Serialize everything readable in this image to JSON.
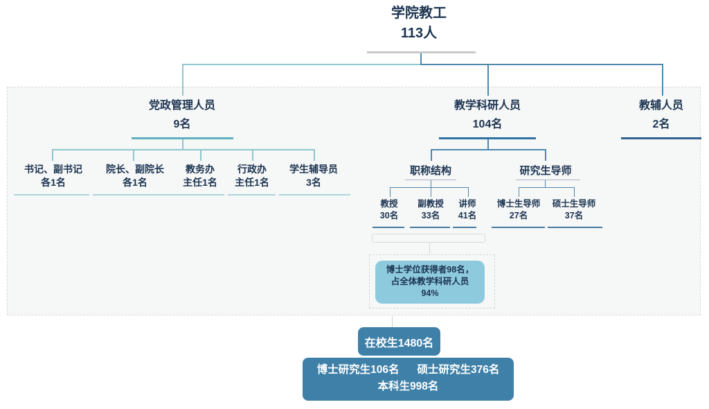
{
  "title": {
    "name": "学院教工",
    "count": "113人"
  },
  "groups": {
    "admin": {
      "name": "党政管理人员",
      "count": "9名",
      "leaves": [
        {
          "line1": "书记、副书记",
          "line2": "各1名"
        },
        {
          "line1": "院长、副院长",
          "line2": "各1名"
        },
        {
          "line1": "教务办",
          "line2": "主任1名"
        },
        {
          "line1": "行政办",
          "line2": "主任1名"
        },
        {
          "line1": "学生辅导员",
          "line2": "3名"
        }
      ]
    },
    "faculty": {
      "name": "教学科研人员",
      "count": "104名",
      "title_structure": {
        "name": "职称结构",
        "leaves": [
          {
            "line1": "教授",
            "line2": "30名"
          },
          {
            "line1": "副教授",
            "line2": "33名"
          },
          {
            "line1": "讲师",
            "line2": "41名"
          }
        ]
      },
      "supervisors": {
        "name": "研究生导师",
        "leaves": [
          {
            "line1": "博士生导师",
            "line2": "27名"
          },
          {
            "line1": "硕士生导师",
            "line2": "37名"
          }
        ]
      },
      "callout": {
        "line1": "博士学位获得者98名，",
        "line2": "占全体教学科研人员",
        "line3": "94%"
      }
    },
    "support": {
      "name": "教辅人员",
      "count": "2名"
    }
  },
  "students": {
    "total": "在校生1480名",
    "doctoral": "博士研究生106名",
    "masters": "硕士研究生376名",
    "undergrad": "本科生998名"
  },
  "colors": {
    "ink": "#1b3350",
    "teal_light": "#8fc6cf",
    "teal": "#5fb0bf",
    "teal_pale": "#abd6db",
    "steel": "#4d87ad",
    "steel_dark": "#2e72a2",
    "navy_line": "#2f628f",
    "gray_line": "#c9c9c9",
    "gray_dash": "#d9d9d9",
    "callout_bg": "#8ecade",
    "box_bg": "#3f80a8",
    "panel_bg": "#f6f7f7"
  }
}
